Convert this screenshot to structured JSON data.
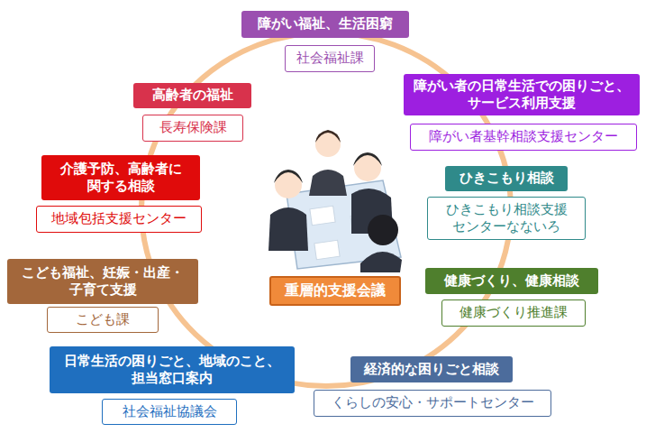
{
  "diagram": {
    "nodes": [
      {
        "text": [
          "障がい福祉、生活困窮"
        ]
      },
      {
        "text": [
          "社会福祉課"
        ]
      },
      {
        "text": [
          "障がい者の日常生活での困りごと、サービス利用支援"
        ]
      },
      {
        "text": [
          "障がい者基幹相談支援センター"
        ]
      },
      {
        "text": [
          "ひきこもり相談"
        ]
      },
      {
        "text": [
          "ひきこもり相談支援センターなないろ"
        ]
      },
      {
        "text": [
          "健康づくり、健康相談"
        ]
      },
      {
        "text": [
          "健康づくり推進課"
        ]
      },
      {
        "text": [
          "経済的な困りごと相談"
        ]
      },
      {
        "text": [
          "くらしの安心・サポートセンター"
        ]
      },
      {
        "text": [
          "日常生活の困りごと、地域のこと、担当窓口案内"
        ]
      },
      {
        "text": [
          "社会福祉協議会"
        ]
      },
      {
        "text": [
          "こども福祉、妊娠・出産・子育て支援"
        ]
      },
      {
        "text": [
          "こども課"
        ]
      },
      {
        "text": [
          "介護予防、高齢者に関する相談"
        ]
      },
      {
        "text": [
          "地域包括支援センター"
        ]
      },
      {
        "text": [
          "高齢者の福祉"
        ]
      },
      {
        "text": [
          "長寿保険課"
        ]
      },
      {
        "text": [
          "重層的支援会議"
        ]
      }
    ]
  }
}
